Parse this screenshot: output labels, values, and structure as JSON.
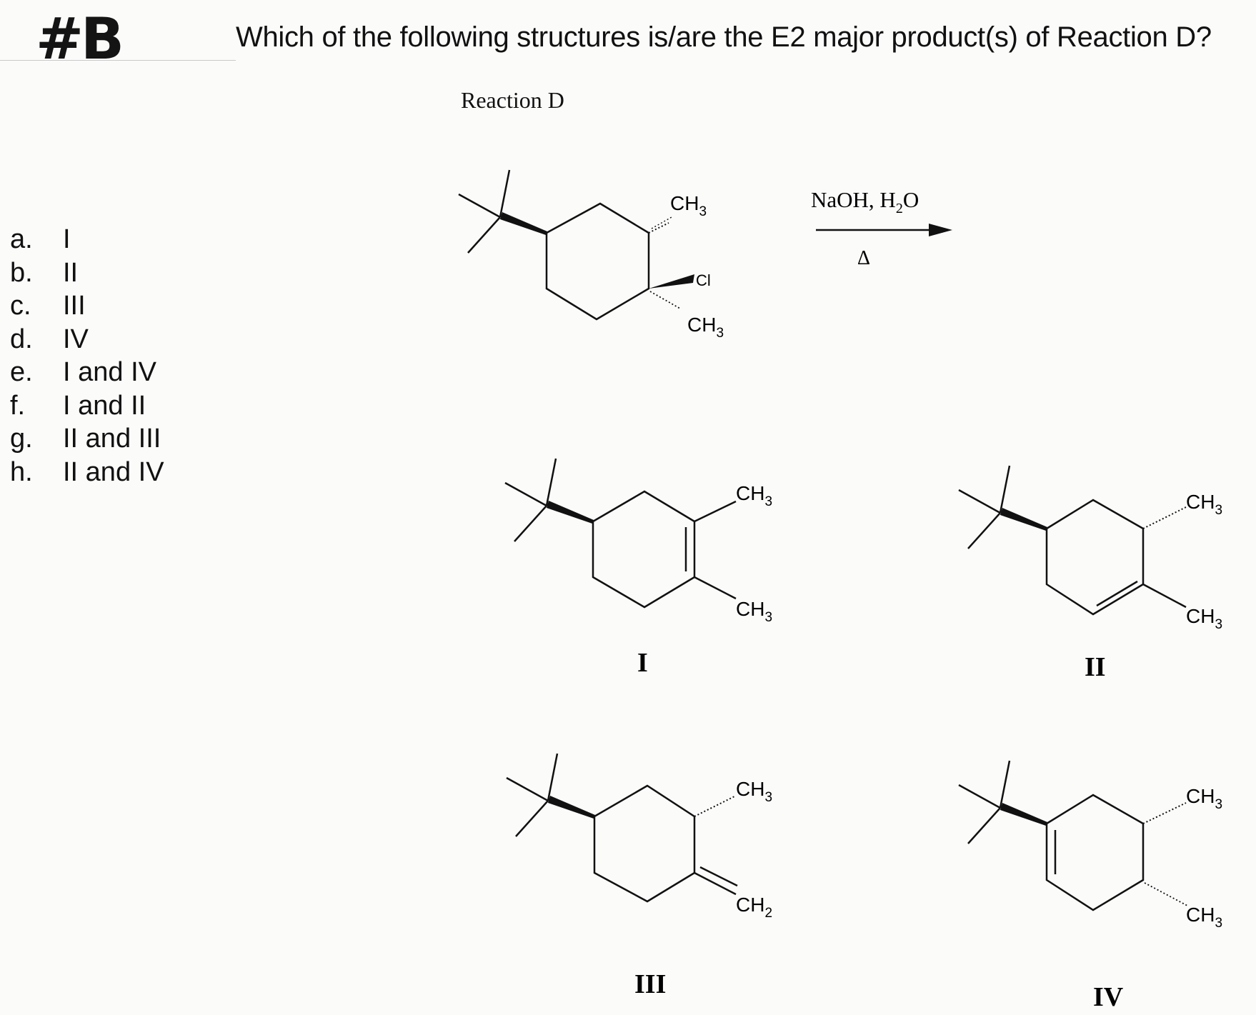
{
  "question_number": "#B",
  "question": "Which of the following structures is/are the E2 major product(s) of Reaction D?",
  "reaction_title": "Reaction D",
  "conditions": {
    "reagents": "NaOH, H",
    "reagents_sub": "2",
    "reagents_end": "O",
    "heat": "Δ"
  },
  "choices": [
    {
      "letter": "a.",
      "text": "I"
    },
    {
      "letter": "b.",
      "text": "II"
    },
    {
      "letter": "c.",
      "text": "III"
    },
    {
      "letter": "d.",
      "text": "IV"
    },
    {
      "letter": "e.",
      "text": "I and IV"
    },
    {
      "letter": "f.",
      "text": "I and II"
    },
    {
      "letter": "g.",
      "text": "II and III"
    },
    {
      "letter": "h.",
      "text": "II and IV"
    }
  ],
  "reactant": {
    "methyl_top": {
      "main": "CH",
      "sub": "3"
    },
    "chloro": "Cl",
    "methyl_bottom": {
      "main": "CH",
      "sub": "3"
    }
  },
  "products": [
    {
      "label": "I",
      "top": {
        "main": "CH",
        "sub": "3"
      },
      "bottom": {
        "main": "CH",
        "sub": "3"
      }
    },
    {
      "label": "II",
      "top": {
        "main": "CH",
        "sub": "3"
      },
      "bottom": {
        "main": "CH",
        "sub": "3"
      }
    },
    {
      "label": "III",
      "top": {
        "main": "CH",
        "sub": "3"
      },
      "bottom": {
        "main": "CH",
        "sub": "2"
      }
    },
    {
      "label": "IV",
      "top": {
        "main": "CH",
        "sub": "3"
      },
      "bottom": {
        "main": "CH",
        "sub": "3"
      }
    }
  ]
}
